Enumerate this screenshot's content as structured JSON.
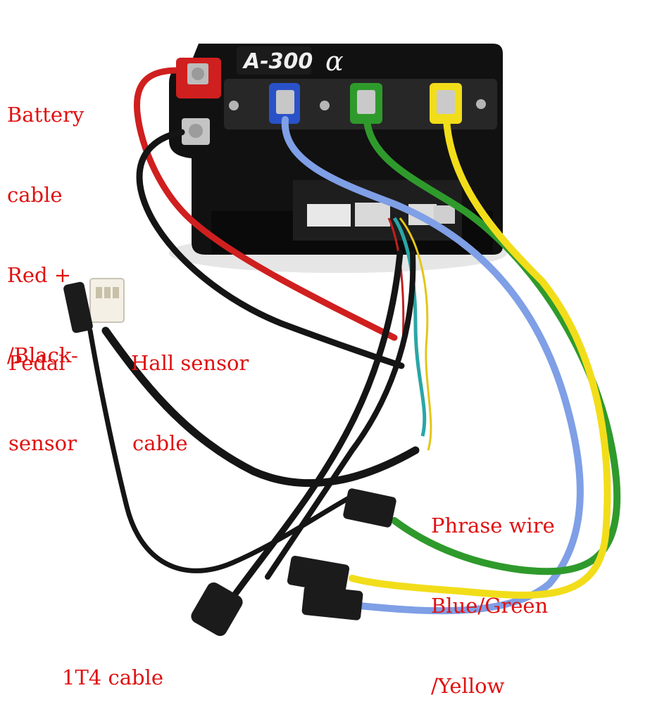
{
  "controller": {
    "model": "A-300",
    "symbol": "α"
  },
  "labels": {
    "battery": [
      "Battery",
      "cable",
      "Red +",
      "/Black-"
    ],
    "pedal": [
      "Pedal",
      "sensor"
    ],
    "hall": [
      "Hall sensor",
      "cable"
    ],
    "phase": [
      "Phrase wire",
      "Blue/Green",
      "/Yellow"
    ],
    "t4": "1T4 cable"
  },
  "colors": {
    "label_text": "#e01010",
    "controller_body": "#111111",
    "battery_positive": "#d01f1f",
    "phase_blue": "#7f9fe6",
    "phase_green": "#2f9a2c",
    "phase_yellow": "#f2dd1a",
    "cable_black": "#151515"
  }
}
